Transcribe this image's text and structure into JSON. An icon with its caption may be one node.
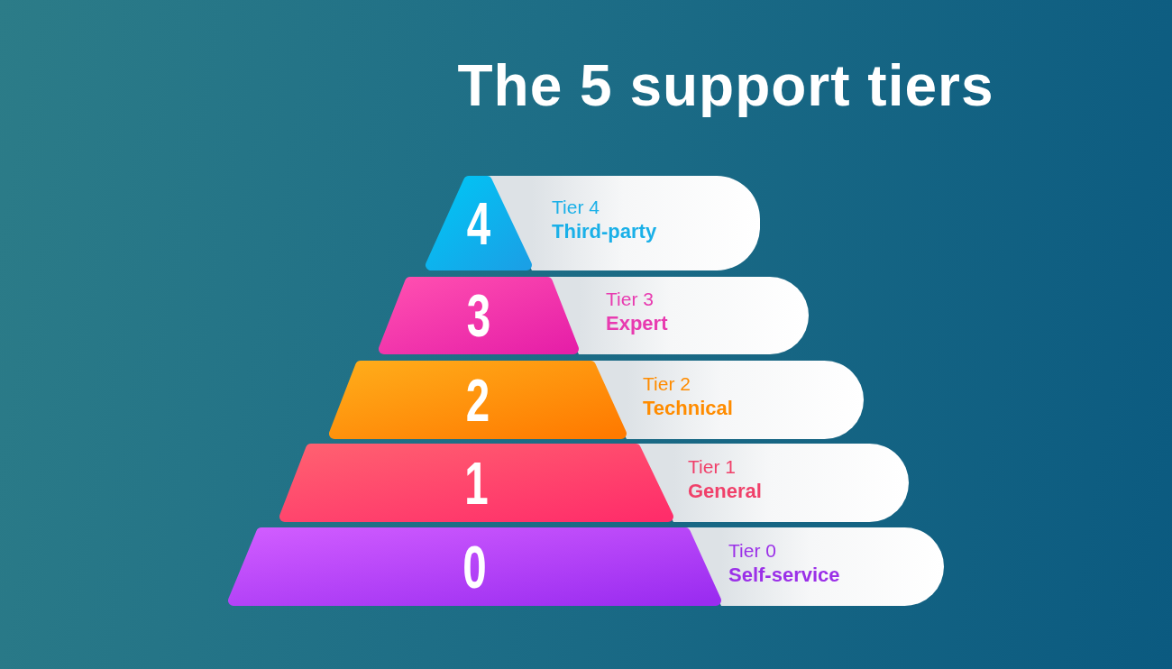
{
  "diagram": {
    "title": "The 5 support tiers",
    "nodes": [
      {
        "text": [
          "4"
        ]
      },
      {
        "text": [
          "Tier 4",
          "Third-party"
        ]
      },
      {
        "text": [
          "3"
        ]
      },
      {
        "text": [
          "Tier 3",
          "Expert"
        ]
      },
      {
        "text": [
          "2"
        ]
      },
      {
        "text": [
          "Tier 2",
          "Technical"
        ]
      },
      {
        "text": [
          "1"
        ]
      },
      {
        "text": [
          "Tier 1",
          "General"
        ]
      },
      {
        "text": [
          "0"
        ]
      },
      {
        "text": [
          "Tier 0",
          "Self-service"
        ]
      }
    ]
  }
}
